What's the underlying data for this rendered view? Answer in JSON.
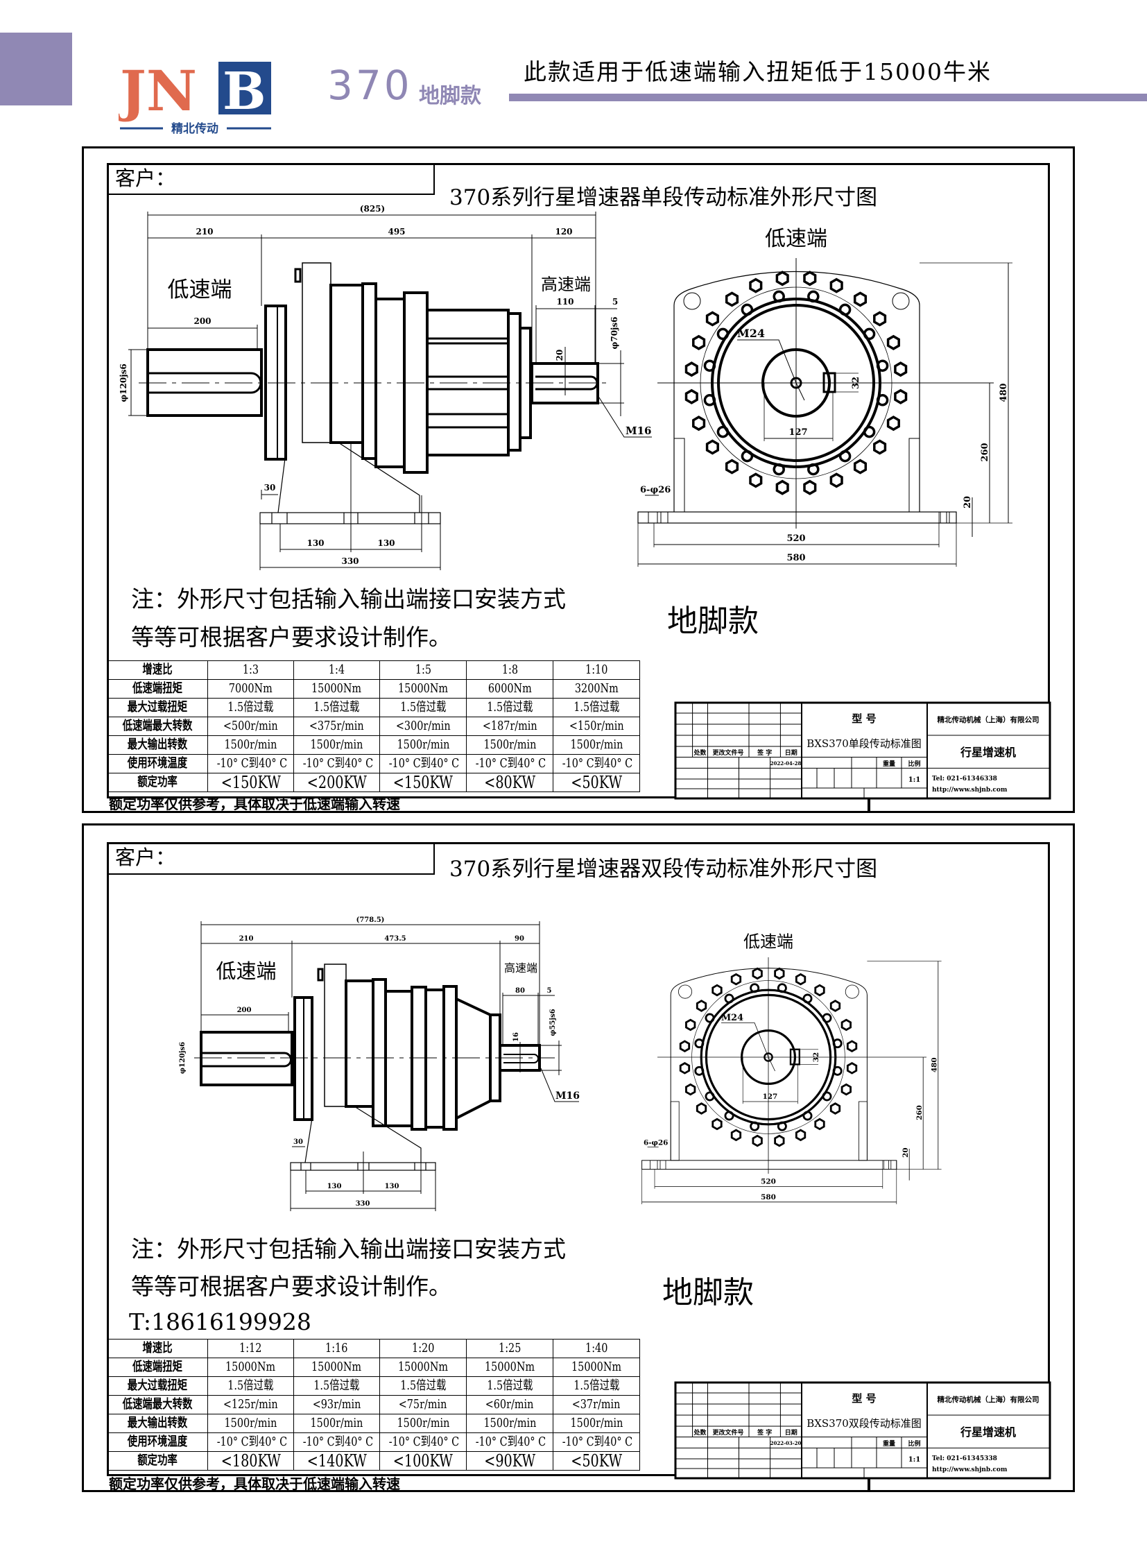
{
  "header": {
    "logo": {
      "letters": "JNB",
      "subtitle": "精北传动"
    },
    "model_number": "370",
    "model_type": "地脚款",
    "tagline": "此款适用于低速端输入扭矩低于15000牛米",
    "colors": {
      "accent": "#9088b4",
      "logo_orange": "#e06a4e",
      "logo_blue": "#234a8c"
    }
  },
  "sections": [
    {
      "customer_label": "客户：",
      "title": "370系列行星增速器单段传动标准外形尺寸图",
      "note_line1": "注：外形尺寸包括输入输出端接口安装方式",
      "note_line2": "等等可根据客户要求设计制作。",
      "foot_type": "地脚款",
      "side_view": {
        "overall": "(825)",
        "len_input": "210",
        "len_body": "495",
        "len_output": "120",
        "low_speed": "低速端",
        "high_speed": "高速端",
        "input_shaft_len": "200",
        "output_shaft_len": "110",
        "output_gap": "5",
        "input_dia": "φ120js6",
        "output_dia": "φ70js6",
        "key_width": "20",
        "thread": "M16",
        "flange_offset": "30",
        "foot_half_a": "130",
        "foot_half_b": "130",
        "foot_total": "330"
      },
      "front_view": {
        "label": "低速端",
        "center_thread": "M24",
        "key": "32",
        "bore": "127",
        "height": "480",
        "center_height": "260",
        "base_thk": "20",
        "hole_span": "520",
        "base_width": "580",
        "holes": "6-φ26"
      },
      "table": {
        "header_label": "增速比",
        "ratios": [
          "1:3",
          "1:4",
          "1:5",
          "1:8",
          "1:10"
        ],
        "rows": [
          {
            "label": "低速端扭矩",
            "values": [
              "7000Nm",
              "15000Nm",
              "15000Nm",
              "6000Nm",
              "3200Nm"
            ]
          },
          {
            "label": "最大过载扭矩",
            "values": [
              "1.5倍过载",
              "1.5倍过载",
              "1.5倍过载",
              "1.5倍过载",
              "1.5倍过载"
            ]
          },
          {
            "label": "低速端最大转数",
            "values": [
              "<500r/min",
              "<375r/min",
              "<300r/min",
              "<187r/min",
              "<150r/min"
            ]
          },
          {
            "label": "最大输出转数",
            "values": [
              "1500r/min",
              "1500r/min",
              "1500r/min",
              "1500r/min",
              "1500r/min"
            ]
          },
          {
            "label": "使用环境温度",
            "values": [
              "-10° C到40° C",
              "-10° C到40° C",
              "-10° C到40° C",
              "-10° C到40° C",
              "-10° C到40° C"
            ]
          },
          {
            "label": "额定功率",
            "values": [
              "<150KW",
              "<200KW",
              "<150KW",
              "<80KW",
              "<50KW"
            ]
          }
        ]
      },
      "footnote": "额定功率仅供参考，具体取决于低速端输入转速",
      "title_block": {
        "rev_count": "处数",
        "rev_doc": "更改文件号",
        "rev_sign": "签 字",
        "rev_date": "日期",
        "date": "2022-04-28",
        "model_label": "型  号",
        "drawing_name": "BXS370单段传动标准图",
        "weight": "重量",
        "scale_label": "比例",
        "scale": "1:1",
        "company": "精北传动机械（上海）有限公司",
        "product": "行星增速机",
        "tel": "Tel: 021-61346338",
        "url": "http://www.shjnb.com"
      }
    },
    {
      "customer_label": "客户：",
      "title": "370系列行星增速器双段传动标准外形尺寸图",
      "note_line1": "注：外形尺寸包括输入输出端接口安装方式",
      "note_line2": "等等可根据客户要求设计制作。",
      "phone": "T:18616199928",
      "foot_type": "地脚款",
      "side_view": {
        "overall": "(778.5)",
        "len_input": "210",
        "len_body": "473.5",
        "len_output": "90",
        "low_speed": "低速端",
        "high_speed": "高速端",
        "input_shaft_len": "200",
        "output_shaft_len": "80",
        "output_gap": "5",
        "input_dia": "φ120js6",
        "output_dia": "φ55js6",
        "key_width": "16",
        "thread": "M16",
        "flange_offset": "30",
        "foot_half_a": "130",
        "foot_half_b": "130",
        "foot_total": "330"
      },
      "front_view": {
        "label": "低速端",
        "center_thread": "M24",
        "key": "32",
        "bore": "127",
        "height": "480",
        "center_height": "260",
        "base_thk": "20",
        "hole_span": "520",
        "base_width": "580",
        "holes": "6-φ26"
      },
      "table": {
        "header_label": "增速比",
        "ratios": [
          "1:12",
          "1:16",
          "1:20",
          "1:25",
          "1:40"
        ],
        "rows": [
          {
            "label": "低速端扭矩",
            "values": [
              "15000Nm",
              "15000Nm",
              "15000Nm",
              "15000Nm",
              "15000Nm"
            ]
          },
          {
            "label": "最大过载扭矩",
            "values": [
              "1.5倍过载",
              "1.5倍过载",
              "1.5倍过载",
              "1.5倍过载",
              "1.5倍过载"
            ]
          },
          {
            "label": "低速端最大转数",
            "values": [
              "<125r/min",
              "<93r/min",
              "<75r/min",
              "<60r/min",
              "<37r/min"
            ]
          },
          {
            "label": "最大输出转数",
            "values": [
              "1500r/min",
              "1500r/min",
              "1500r/min",
              "1500r/min",
              "1500r/min"
            ]
          },
          {
            "label": "使用环境温度",
            "values": [
              "-10° C到40° C",
              "-10° C到40° C",
              "-10° C到40° C",
              "-10° C到40° C",
              "-10° C到40° C"
            ]
          },
          {
            "label": "额定功率",
            "values": [
              "<180KW",
              "<140KW",
              "<100KW",
              "<90KW",
              "<50KW"
            ]
          }
        ]
      },
      "footnote": "额定功率仅供参考，具体取决于低速端输入转速",
      "title_block": {
        "rev_count": "处数",
        "rev_doc": "更改文件号",
        "rev_sign": "签 字",
        "rev_date": "日期",
        "date": "2022-03-20",
        "model_label": "型  号",
        "drawing_name": "BXS370双段传动标准图",
        "weight": "重量",
        "scale_label": "比例",
        "scale": "1:1",
        "company": "精北传动机械（上海）有限公司",
        "product": "行星增速机",
        "tel": "Tel: 021-61345338",
        "url": "http://www.shjnb.com"
      }
    }
  ]
}
